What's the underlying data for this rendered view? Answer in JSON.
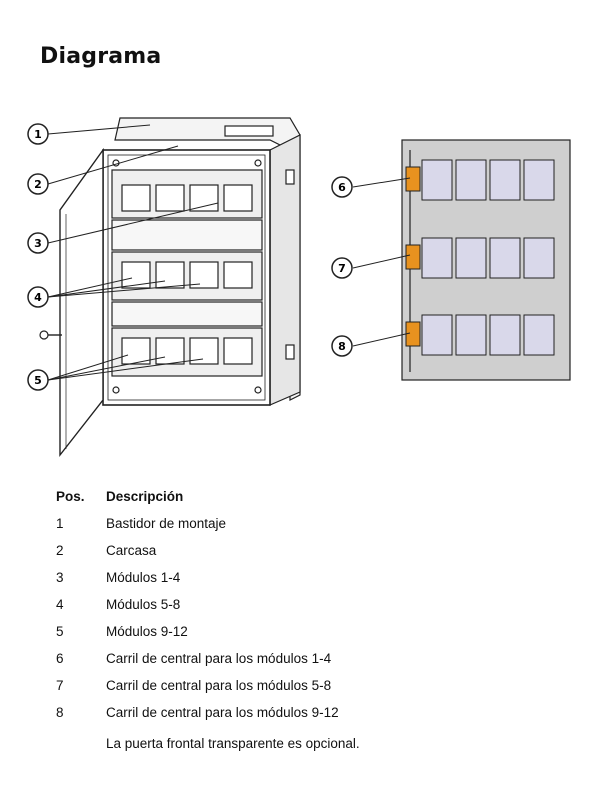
{
  "title": "Diagrama",
  "callouts": [
    "1",
    "2",
    "3",
    "4",
    "5",
    "6",
    "7",
    "8"
  ],
  "table": {
    "headers": {
      "pos": "Pos.",
      "desc": "Descripción"
    },
    "rows": [
      {
        "pos": "1",
        "desc": "Bastidor de montaje"
      },
      {
        "pos": "2",
        "desc": "Carcasa"
      },
      {
        "pos": "3",
        "desc": "Módulos 1-4"
      },
      {
        "pos": "4",
        "desc": "Módulos 5-8"
      },
      {
        "pos": "5",
        "desc": "Módulos 9-12"
      },
      {
        "pos": "6",
        "desc": "Carril de central para los módulos 1-4"
      },
      {
        "pos": "7",
        "desc": "Carril de central para los módulos 5-8"
      },
      {
        "pos": "8",
        "desc": "Carril de central para los módulos 9-12"
      }
    ]
  },
  "note": "La puerta frontal transparente es opcional.",
  "colors": {
    "rail_orange": "#e8921f",
    "module_fill": "#d9d8ea",
    "panel_gray": "#cfcfcf",
    "line": "#222222"
  }
}
